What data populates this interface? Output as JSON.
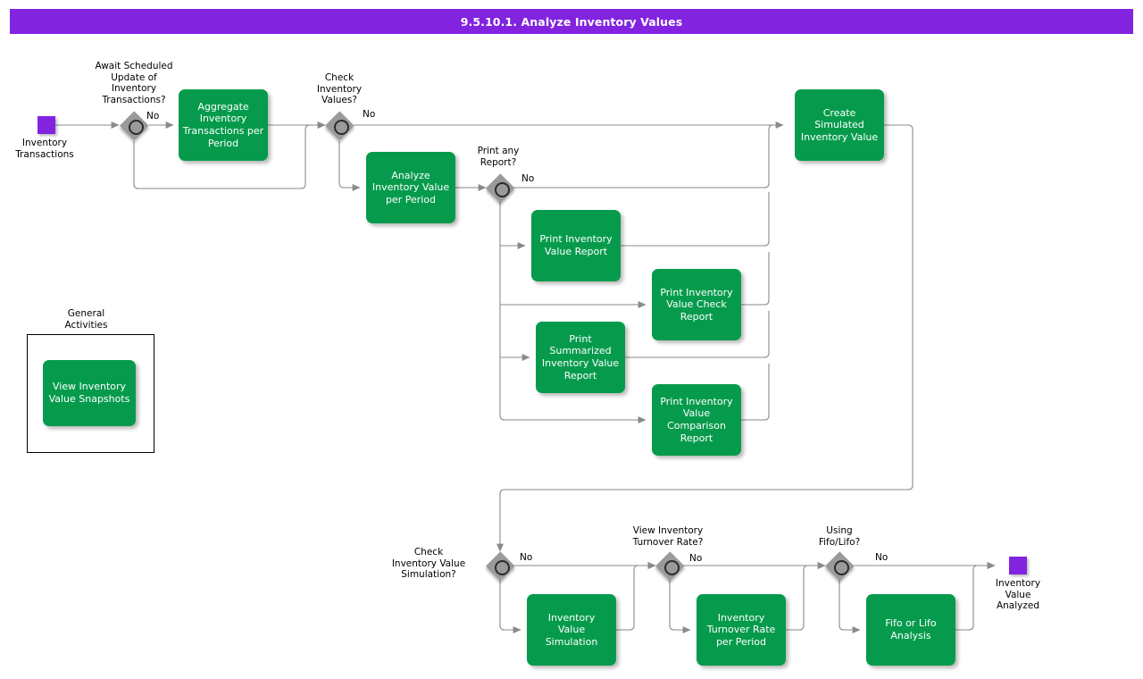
{
  "header": {
    "title": "9.5.10.1. Analyze Inventory Values",
    "bar_color": "#8223E0"
  },
  "palette": {
    "task_fill": "#069B4C",
    "task_text": "#FFFFFF",
    "event_fill": "#8223E0",
    "gateway_fill": "#9A9A9A",
    "gateway_ring": "#2B2B2B",
    "connector": "#888888",
    "label_text": "#000000",
    "background": "#FFFFFF"
  },
  "diagram": {
    "type": "bpmn-flowchart",
    "events": [
      {
        "id": "start-inventory-transactions",
        "kind": "start",
        "label": "Inventory\nTransactions"
      },
      {
        "id": "end-inventory-value-analyzed",
        "kind": "end",
        "label": "Inventory\nValue\nAnalyzed"
      }
    ],
    "gateways": [
      {
        "id": "gw-await-scheduled-update",
        "label": "Await Scheduled\nUpdate of\nInventory\nTransactions?",
        "branch_label": "No"
      },
      {
        "id": "gw-check-inventory-values",
        "label": "Check\nInventory\nValues?",
        "branch_label": "No"
      },
      {
        "id": "gw-print-any-report",
        "label": "Print any\nReport?",
        "branch_label": "No"
      },
      {
        "id": "gw-check-inventory-value-simulation",
        "label": "Check\nInventory Value\nSimulation?",
        "branch_label": "No"
      },
      {
        "id": "gw-view-inventory-turnover-rate",
        "label": "View Inventory\nTurnover Rate?",
        "branch_label": "No"
      },
      {
        "id": "gw-using-fifo-lifo",
        "label": "Using\nFifo/Lifo?",
        "branch_label": "No"
      }
    ],
    "tasks": [
      {
        "id": "task-aggregate-inventory-transactions",
        "label": "Aggregate\nInventory\nTransactions per\nPeriod"
      },
      {
        "id": "task-analyze-inventory-value-per-period",
        "label": "Analyze\nInventory Value\nper Period"
      },
      {
        "id": "task-print-inventory-value-report",
        "label": "Print Inventory\nValue Report"
      },
      {
        "id": "task-print-inventory-value-check-report",
        "label": "Print Inventory\nValue Check\nReport"
      },
      {
        "id": "task-print-summarized-inventory-value-report",
        "label": "Print\nSummarized\nInventory Value\nReport"
      },
      {
        "id": "task-print-inventory-value-comparison-report",
        "label": "Print Inventory\nValue\nComparison\nReport"
      },
      {
        "id": "task-create-simulated-inventory-value",
        "label": "Create\nSimulated\nInventory Value"
      },
      {
        "id": "task-inventory-value-simulation",
        "label": "Inventory\nValue\nSimulation"
      },
      {
        "id": "task-inventory-turnover-rate-per-period",
        "label": "Inventory\nTurnover Rate\nper Period"
      },
      {
        "id": "task-fifo-or-lifo-analysis",
        "label": "Fifo or Lifo\nAnalysis"
      },
      {
        "id": "task-view-inventory-value-snapshots",
        "label": "View Inventory\nValue Snapshots"
      }
    ],
    "groups": [
      {
        "id": "group-general-activities",
        "label": "General\nActivities"
      }
    ]
  }
}
